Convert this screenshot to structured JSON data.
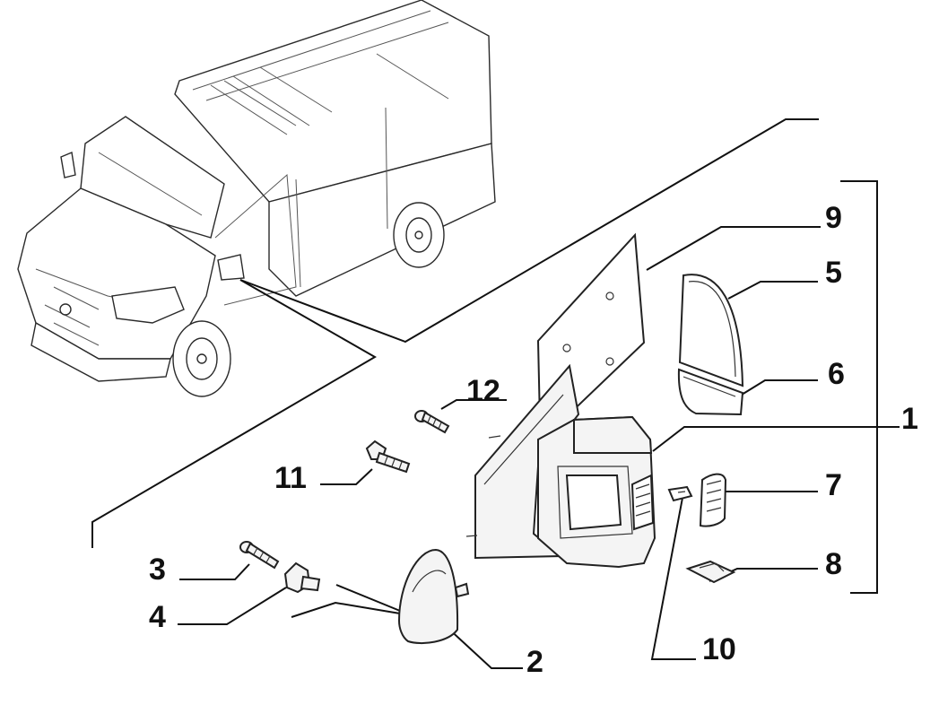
{
  "callouts": [
    {
      "id": "1",
      "text": "1"
    },
    {
      "id": "2",
      "text": "2"
    },
    {
      "id": "3",
      "text": "3"
    },
    {
      "id": "4",
      "text": "4"
    },
    {
      "id": "5",
      "text": "5"
    },
    {
      "id": "6",
      "text": "6"
    },
    {
      "id": "7",
      "text": "7"
    },
    {
      "id": "8",
      "text": "8"
    },
    {
      "id": "9",
      "text": "9"
    },
    {
      "id": "10",
      "text": "10"
    },
    {
      "id": "11",
      "text": "11"
    },
    {
      "id": "12",
      "text": "12"
    }
  ],
  "colors": {
    "line": "#111111",
    "part_fill": "#f4f4f4",
    "background": "#ffffff"
  }
}
